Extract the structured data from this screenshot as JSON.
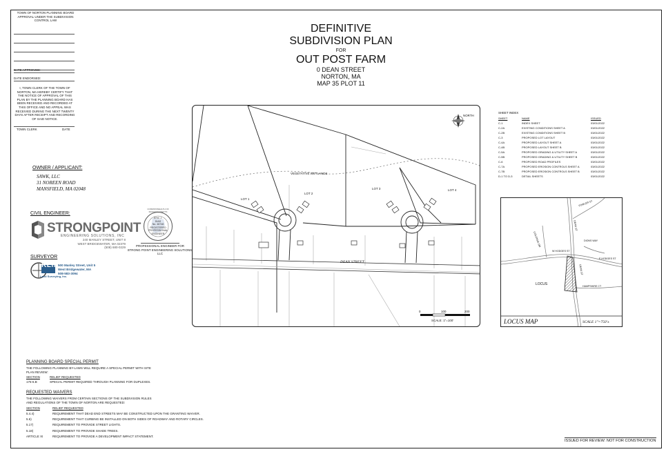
{
  "approval": {
    "header": [
      "TOWN OF NORTON PLANNING BOARD",
      "APPROVAL UNDER THE SUBDIVISION",
      "CONTROL LAW"
    ],
    "date_approved": "DATE APPROVED:",
    "date_endorsed": "DATE ENDORSED:",
    "clerk_statement": [
      "I, TOWN CLERK OF THE TOWN OF",
      "NORTON, MA HEREBY CERTIFY THAT",
      "THE NOTICE OF APPROVAL OF THIS",
      "PLAN BY THE PLANNING BOARD HAS",
      "BEEN RECEIVED AND RECORDED AT",
      "THIS OFFICE AND NO APPEAL WAS",
      "RECEIVED DURING THE NEXT TWENTY",
      "DAYS AFTER RECEIPT AND RECORDING",
      "OF SAID NOTICE."
    ],
    "town_clerk": "TOWN CLERK",
    "date": "DATE"
  },
  "title": {
    "line1": "DEFINITIVE",
    "line2": "SUBDIVISION PLAN",
    "for": "FOR",
    "project": "OUT POST FARM",
    "address": "0 DEAN STREET",
    "town": "NORTON, MA",
    "map": "MAP 35 PLOT 11"
  },
  "owner": {
    "heading": "OWNER / APPLICANT:",
    "name": "SAWK, LLC",
    "street": "31 NOREEN ROAD",
    "city": "MANSFIELD, MA 02048"
  },
  "civil": {
    "heading": "CIVIL ENGINEER:",
    "logo_main": "STRONGPOINT",
    "logo_sub": "ENGINEERING SOLUTIONS, INC",
    "addr1": "240 MANLEY STREET, UNIT 8",
    "addr2": "WEST BRIDGEWATER, MA 02379",
    "phone": "(508) 680-0229",
    "stamp": [
      "COMMONWEALTH OF MASSACHUSETTS",
      "ERIC J.",
      "DIAS",
      "No. 46748",
      "REGISTERED",
      "PROFESSIONAL ENGINEER"
    ],
    "pe_caption1": "PROFESSIONAL ENGINEER FOR",
    "pe_caption2": "STRONG POINT ENGINEERING SOLUTIONS, LLC"
  },
  "surveyor": {
    "heading": "SURVEYOR",
    "logo": "KLIM",
    "logo_sub": "Land Surveying, Inc.",
    "addr1": "500 Manley Street, Unit 5",
    "addr2": "West Bridgewater, MA",
    "phone": "508-583-3094"
  },
  "plan": {
    "lots": [
      "LOT 1",
      "LOT 2",
      "LOT 3",
      "LOT 4"
    ],
    "wetlands": "VEGETATIVE WETLANDS",
    "street": "DEAN STREET",
    "scale_ticks": [
      "0",
      "100",
      "200"
    ],
    "scale_label": "SCALE: 1\"=100'",
    "north": "NORTH"
  },
  "sheet_index": {
    "title": "SHEET INDEX",
    "headers": [
      "SHEET",
      "NAME",
      "ISSUED"
    ],
    "rows": [
      [
        "C-1",
        "INDEX SHEET",
        "03/01/2022"
      ],
      [
        "C-2A",
        "EXISTING CONDITIONS SHEET A",
        "03/01/2022"
      ],
      [
        "C-2B",
        "EXISTING CONDITIONS SHEET B",
        "03/01/2022"
      ],
      [
        "C-3",
        "PROPOSED LOT LAYOUT",
        "03/01/2022"
      ],
      [
        "C-4A",
        "PROPOSED LAYOUT SHEET A",
        "03/01/2022"
      ],
      [
        "C-4B",
        "PROPOSED LAYOUT SHEET B",
        "03/01/2022"
      ],
      [
        "C-5A",
        "PROPOSED GRADING & UTILITY SHEET A",
        "03/01/2022"
      ],
      [
        "C-5B",
        "PROPOSED GRADING & UTILITY SHEET B",
        "03/01/2022"
      ],
      [
        "C-6",
        "PROPOSED ROAD PROFILES",
        "03/01/2022"
      ],
      [
        "C-7A",
        "PROPOSED EROSION CONTROLS SHEET A",
        "03/01/2022"
      ],
      [
        "C-7B",
        "PROPOSED EROSION CONTROLS SHEET B",
        "03/01/2022"
      ],
      [
        "D-1 TO D-3",
        "DETAIL SHEETS",
        "03/01/2022"
      ]
    ]
  },
  "locus": {
    "title": "LOCUS MAP",
    "scale": "SCALE 1\"=750'±",
    "label": "LOCUS",
    "streets": [
      "FOWLER ST",
      "DEAN ST",
      "COLONIAL DR",
      "W HODGES ST",
      "DIONS WAY",
      "E HODGES ST",
      "DEAN ST",
      "HAMPSHIRE CT"
    ]
  },
  "special_permit": {
    "heading": "PLANNING BOARD SPECIAL PERMIT",
    "intro": [
      "THE FOLLOWING PLANNING BY-LAWS WILL REQUIRE A SPECIAL PERMIT WITH SITE",
      "PLAN REVIEW:"
    ],
    "col1": "SECTION",
    "col2": "RELIEF REQUESTED",
    "rows": [
      [
        "175-6.B",
        "SPECIAL PERMIT REQUIRED THROUGH PLANNING FOR DUPLEXES."
      ]
    ]
  },
  "waivers": {
    "heading": "REQUESTED WAIVERS",
    "intro": [
      "THE FOLLOWING WAIVERS FROM CERTAIN SECTIONS OF THE SUBDIVISION RULES",
      "AND REGULATIONS OF THE TOWN OF NORTON ARE REQUESTED:"
    ],
    "col1": "SECTION",
    "col2": "RELIEF REQUESTED",
    "rows": [
      [
        "5.4.4)",
        "REQUIREMENT THAT DEAD END STREETS MAY BE CONSTRUCTED UPON THE GRANTING WAIVER."
      ],
      [
        "5.6)",
        "REQUIREMENT THAT CURBING BE INSTALLED ON BOTH SIDES OF ROADWAY AND ROTARY CIRCLES."
      ],
      [
        "5.17)",
        "REQUIREMENT TO PROVIDE STREET LIGHTS."
      ],
      [
        "5.18)",
        "REQUIREMENT TO PROVIDE SHADE TREES."
      ],
      [
        "ARTICLE XI",
        "REQUIREMENT TO PROVIDE A DEVELOPMENT IMPACT STATEMENT."
      ]
    ]
  },
  "footer": "ISSUED FOR REVIEW: NOT FOR CONSTRUCTION"
}
